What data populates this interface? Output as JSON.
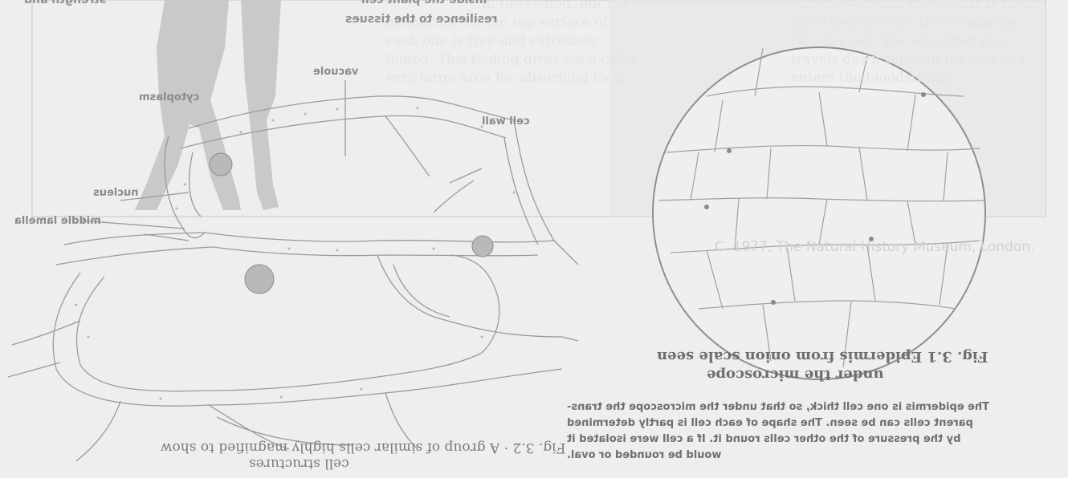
{
  "fig32": {
    "labels": {
      "vacuole": "vacuole",
      "cytoplasm": "cytoplasm",
      "cell_wall": "cell wall",
      "nucleus": "nucleus",
      "middle_lamella": "middle lamella"
    },
    "top_fragment_1": "inside the plant cell",
    "top_fragment_2": "strength and",
    "top_fragment_3": "resilience to the tissues",
    "caption_line1": "Fig. 3.2 · A group of similar cells highly magnified to show",
    "caption_line2": "cell structures"
  },
  "fig31": {
    "caption_line1": "Fig. 3.1   Epidermis from onion scale seen",
    "caption_line2": "under the microscope",
    "body_lines": [
      "The epidermis is one cell thick, so that under the microscope the trans-",
      "parent cells can be seen. The shape of each cell is partly determined",
      "by the pressure of the other cells round it. If a cell were isolated it",
      "would be rounded or oval."
    ]
  },
  "showthrough": {
    "lines": [
      "in the region, but the",
      "membrane on the top surface of",
      "each one is free and extremely",
      "folded. This folding gives each cell a",
      "very large area for absorbing food."
    ],
    "right_lines": [
      "enzymes around the fold. It is then",
      "absorbed through the membrane",
      "into the cell. The absorbed food",
      "travels down through the cell and",
      "enters the bloodstream."
    ],
    "copyright": "C. 1977, The Natural History Museum, London."
  }
}
